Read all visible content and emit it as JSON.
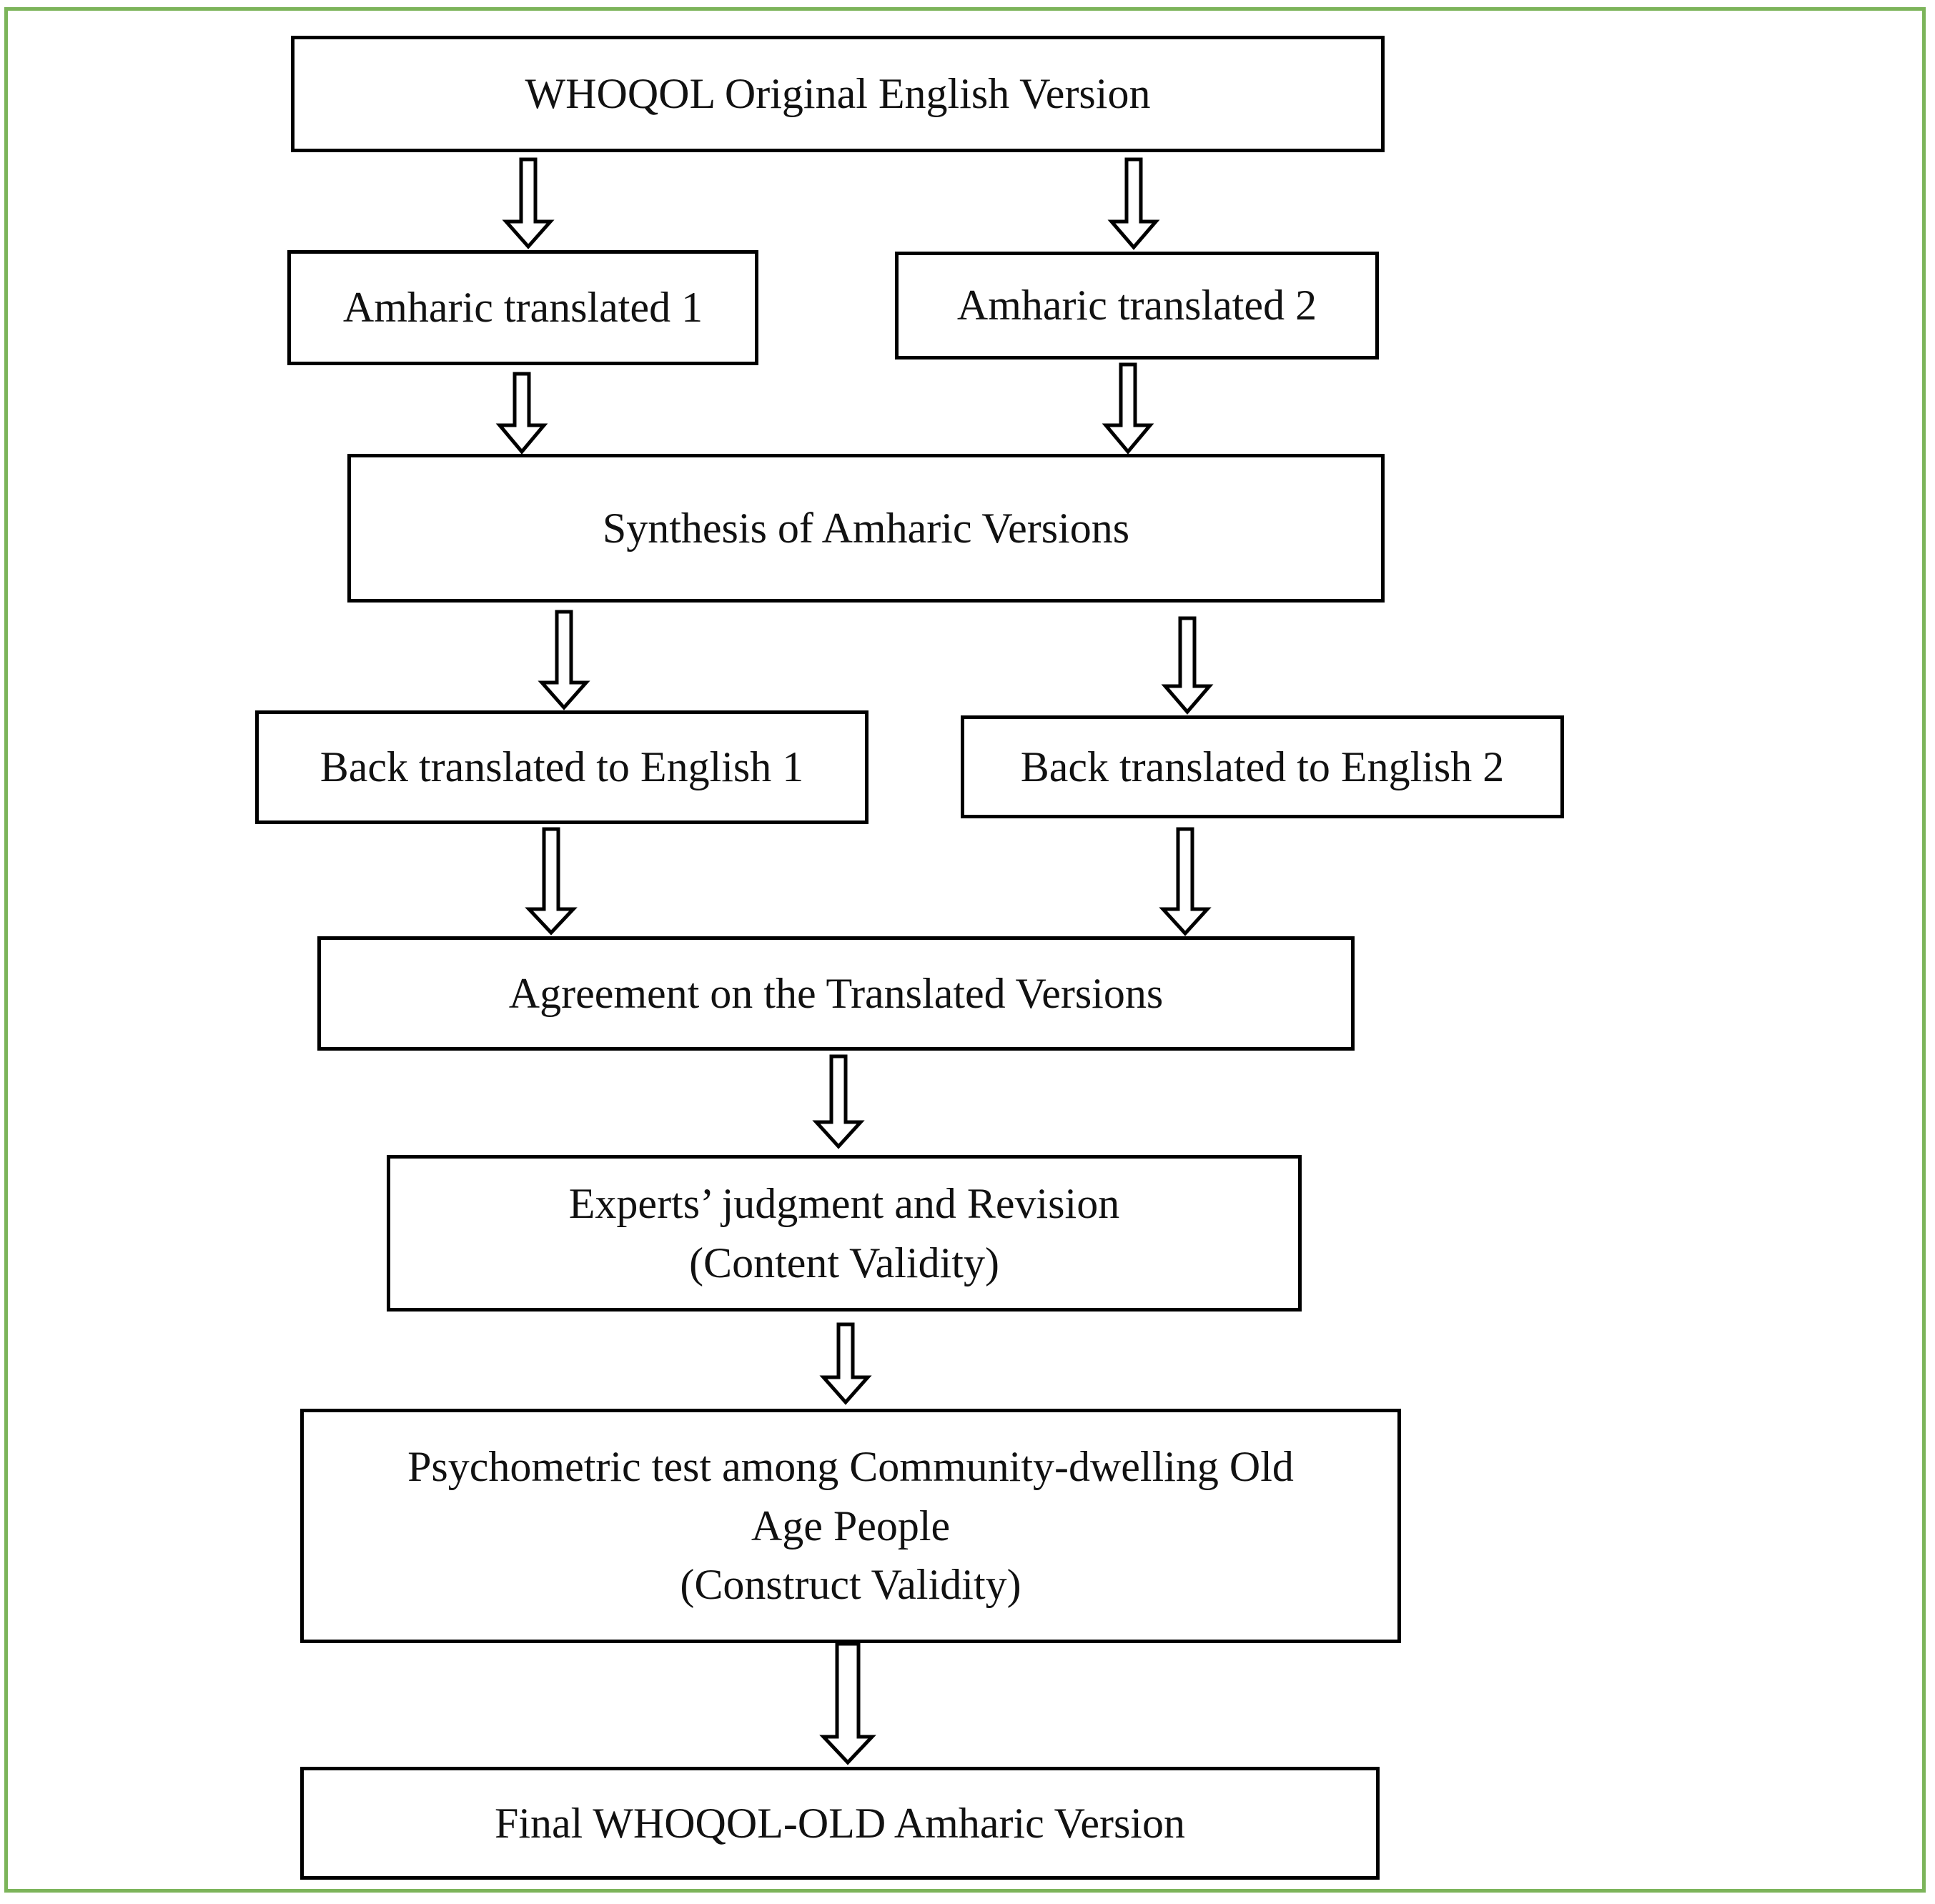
{
  "diagram": {
    "title": "",
    "accent_color": "#7cb45a",
    "boxes": {
      "original": {
        "lines": [
          "WHOQOL Original English Version"
        ]
      },
      "amharic1": {
        "lines": [
          "Amharic translated 1"
        ]
      },
      "amharic2": {
        "lines": [
          "Amharic translated 2"
        ]
      },
      "synthesis": {
        "lines": [
          "Synthesis of Amharic Versions"
        ]
      },
      "back1": {
        "lines": [
          "Back translated to English 1"
        ]
      },
      "back2": {
        "lines": [
          "Back translated to English 2"
        ]
      },
      "agreement": {
        "lines": [
          "Agreement on the Translated Versions"
        ]
      },
      "experts": {
        "lines": [
          "Experts’ judgment and Revision",
          "(Content Validity)"
        ]
      },
      "psychometric": {
        "lines": [
          "Psychometric test among Community-dwelling Old",
          "Age People",
          "(Construct Validity)"
        ]
      },
      "final": {
        "lines": [
          "Final WHOQOL-OLD Amharic Version"
        ]
      }
    },
    "edges": [
      {
        "from": "original",
        "to": "amharic1"
      },
      {
        "from": "original",
        "to": "amharic2"
      },
      {
        "from": "amharic1",
        "to": "synthesis"
      },
      {
        "from": "amharic2",
        "to": "synthesis"
      },
      {
        "from": "synthesis",
        "to": "back1"
      },
      {
        "from": "synthesis",
        "to": "back2"
      },
      {
        "from": "back1",
        "to": "agreement"
      },
      {
        "from": "back2",
        "to": "agreement"
      },
      {
        "from": "agreement",
        "to": "experts"
      },
      {
        "from": "experts",
        "to": "psychometric"
      },
      {
        "from": "psychometric",
        "to": "final"
      }
    ]
  }
}
